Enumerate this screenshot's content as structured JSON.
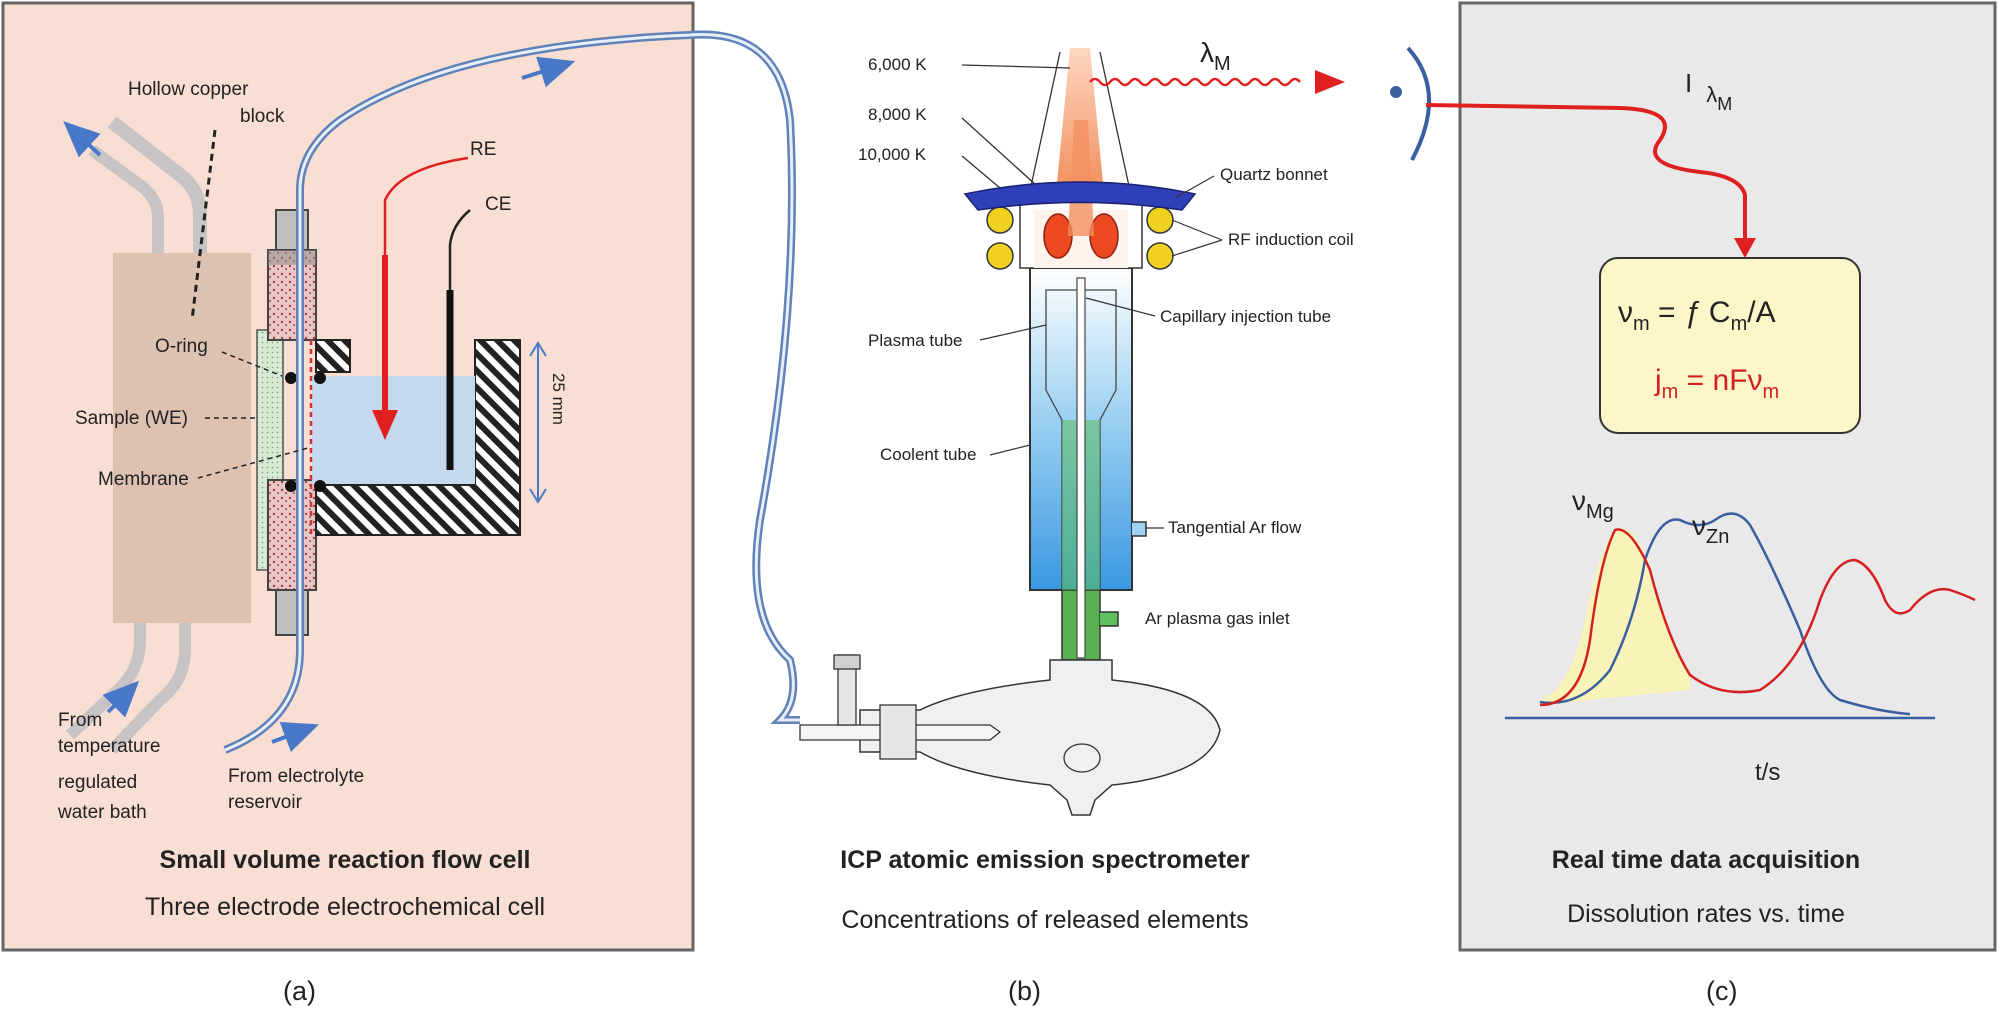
{
  "panel_a": {
    "title": "Small volume reaction flow cell",
    "subtitle": "Three electrode electrochemical cell",
    "letter": "(a)",
    "labels": {
      "hollow_copper_block_1": "Hollow copper",
      "hollow_copper_block_2": "block",
      "re": "RE",
      "ce": "CE",
      "o_ring": "O-ring",
      "sample": "Sample (WE)",
      "membrane": "Membrane",
      "dimension": "25 mm",
      "bath_1": "From",
      "bath_2": "temperature",
      "bath_3": "regulated",
      "bath_4": "water bath",
      "reservoir_1": "From electrolyte",
      "reservoir_2": "reservoir"
    },
    "colors": {
      "background": "#f9dfd3",
      "reference_electrode": "#e02020"
    }
  },
  "panel_b": {
    "title": "ICP atomic emission spectrometer",
    "subtitle": "Concentrations of released elements",
    "letter": "(b)",
    "labels": {
      "temp_6000": "6,000 K",
      "temp_8000": "8,000 K",
      "temp_10000": "10,000 K",
      "lambda": "λ",
      "lambda_sub": "M",
      "quartz_bonnet": "Quartz bonnet",
      "rf_coil": "RF induction coil",
      "capillary_tube": "Capillary injection tube",
      "plasma_tube": "Plasma tube",
      "coolant_tube": "Coolent tube",
      "tangential_flow": "Tangential Ar flow",
      "gas_inlet": "Ar plasma gas inlet"
    }
  },
  "panel_c": {
    "title": "Real time data acquisition",
    "subtitle": "Dissolution rates vs. time",
    "letter": "(c)",
    "intensity": {
      "symbol": "I",
      "sub": "λ",
      "subsub": "M"
    },
    "equation_1": {
      "lhs": "ν",
      "lhs_sub": "m",
      "rhs_a": " = ",
      "rhs_f": "ƒ",
      "rhs_b": " C",
      "rhs_sub": "m",
      "rhs_c": "/A"
    },
    "equation_2": {
      "lhs": "j",
      "lhs_sub": "m",
      "rhs": " = nFν",
      "rhs_sub": "m"
    },
    "curve_mg": {
      "symbol": "ν",
      "sub": "Mg"
    },
    "curve_zn": {
      "symbol": "ν",
      "sub": "Zn"
    },
    "time_axis": "t/s",
    "colors": {
      "background": "#e9e9e9",
      "mg_curve": "#d42020",
      "zn_curve": "#3a5fa0",
      "equation_box": "#fdf6c8"
    }
  }
}
